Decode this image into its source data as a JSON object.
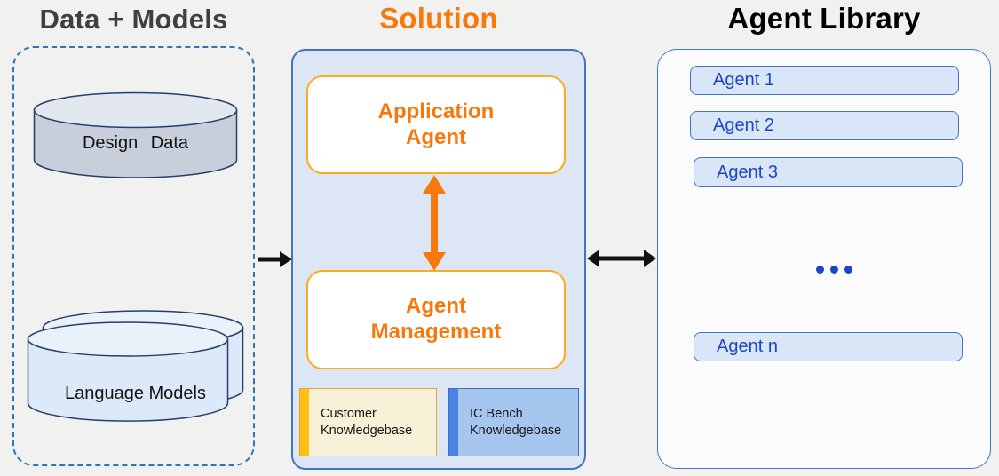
{
  "diagram": {
    "data_models": {
      "title": "Data + Models",
      "design_data_label": "Design Data",
      "language_models_label": "Language Models"
    },
    "solution": {
      "title": "Solution",
      "application_agent_label": "Application Agent",
      "agent_management_label": "Agent Management",
      "customer_kb_label": "Customer Knowledgebase",
      "ic_bench_kb_label": "IC Bench Knowledgebase"
    },
    "agent_library": {
      "title": "Agent Library",
      "agents": [
        {
          "label": "Agent 1"
        },
        {
          "label": "Agent 2"
        },
        {
          "label": "Agent 3"
        }
      ],
      "more_agent_label": "Agent n"
    },
    "colors": {
      "accent_orange": "#F7790B",
      "gold_border": "#FFAB1E",
      "blue_border": "#4472C4",
      "dashed_border": "#2E75B6",
      "title_gray": "#3F3F3F",
      "title_black": "#000000",
      "solution_fill": "#DCE6F5",
      "library_fill": "#FBFBFB",
      "agent_item_fill": "#D9E6F8",
      "agent_text_blue": "#1C46C8",
      "customer_kb_fill": "#F6F1D7",
      "customer_kb_bar": "#FFC010",
      "customer_kb_border": "#E3A33C",
      "ic_kb_fill": "#A6C6F0",
      "ic_kb_bar": "#4A83E6",
      "ic_kb_border": "#3D6FC4",
      "cylinder_gray_fill": "#C9CFDA",
      "cylinder_gray_top": "#E3E7EF",
      "cylinder_blue_fill": "#DCE9F8",
      "cylinder_blue_top": "#E9F1FB",
      "cylinder_stroke": "#24406B",
      "arrow_black": "#111111",
      "canvas_bg": "#F1F1F0"
    }
  }
}
